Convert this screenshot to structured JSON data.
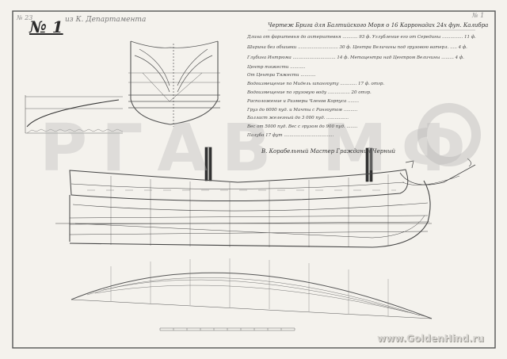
{
  "sheet": {
    "drawing_number": "№ 1",
    "corner_top_left": "№ 23",
    "corner_note": "из К. Департамента",
    "corner_top_right": "№ 1",
    "title": "Чертеж Брига для Балтийского Моря о 16 Карронадах 24х фун. Калибра",
    "specs": [
      "Длина от форштевня до ахтерштевня ........... 93 ф.   Углубление его от Середины ............... 11 ф.",
      "Ширина без обшивки ............................. 30 ф.   Центра Величины под грузовою ватерл. ..... 4 ф.",
      "Глубина Интрюма ............................... 14 ф.   Метацентра над Центром Величины ......... 4 ф.",
      "Центр тяжести ...........",
      "От Центра Тяжести ...........",
      "Водоизмещение по Мидель шпангоуту ............ 17 ф. отгр.",
      "Водоизмещение по грузовую воду ................ 20 отгр.",
      "Расположение и Размеры Членов Корпуса ........",
      "Груз до 6000 пуд. и Мачты с Рангоутом ..........",
      "Балласт железный до 3 000 пуд. ................",
      "Вес от 5000 пуд. Вес с грузом до 900 пуд. ........",
      "Палуба 17 фут ...................................."
    ],
    "signature": "В. Корабельный Мастер Гражданин Черный"
  },
  "watermark": {
    "letters": "РГАВ МФ",
    "site": "www.GoldenHind.ru"
  },
  "colors": {
    "paper": "#f4f2ed",
    "ink": "#3a3a3a",
    "watermark": "#b4b4b4"
  }
}
